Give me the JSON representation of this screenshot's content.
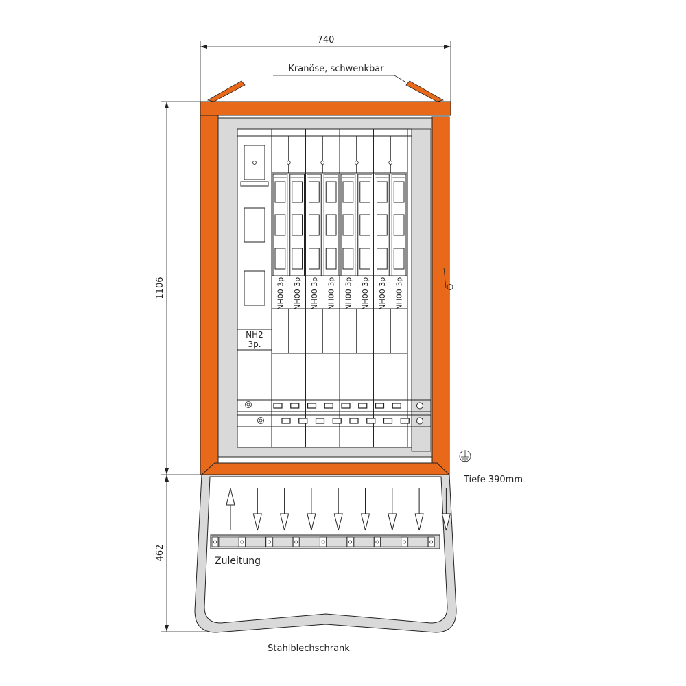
{
  "dimensions": {
    "width_label": "740",
    "height_upper_label": "1106",
    "height_lower_label": "462"
  },
  "annotations": {
    "crane_eye": "Kranöse, schwenkbar",
    "depth": "Tiefe 390mm",
    "feed": "Zuleitung",
    "caption": "Stahlblechschrank"
  },
  "main_fuse": {
    "line1": "NH2",
    "line2": "3p."
  },
  "outgoing_fuses": [
    {
      "label": "NH00 3p."
    },
    {
      "label": "NH00 3p."
    },
    {
      "label": "NH00 3p."
    },
    {
      "label": "NH00 3p."
    },
    {
      "label": "NH00 3p."
    },
    {
      "label": "NH00 3p."
    },
    {
      "label": "NH00 3p."
    },
    {
      "label": "NH00 3p."
    }
  ],
  "arrows": {
    "incoming": 1,
    "outgoing": 8
  },
  "icons": {
    "ground": "ground-symbol-icon"
  },
  "colors": {
    "housing": "#e8691a",
    "panel": "#d9d9d9",
    "line": "#222222"
  }
}
